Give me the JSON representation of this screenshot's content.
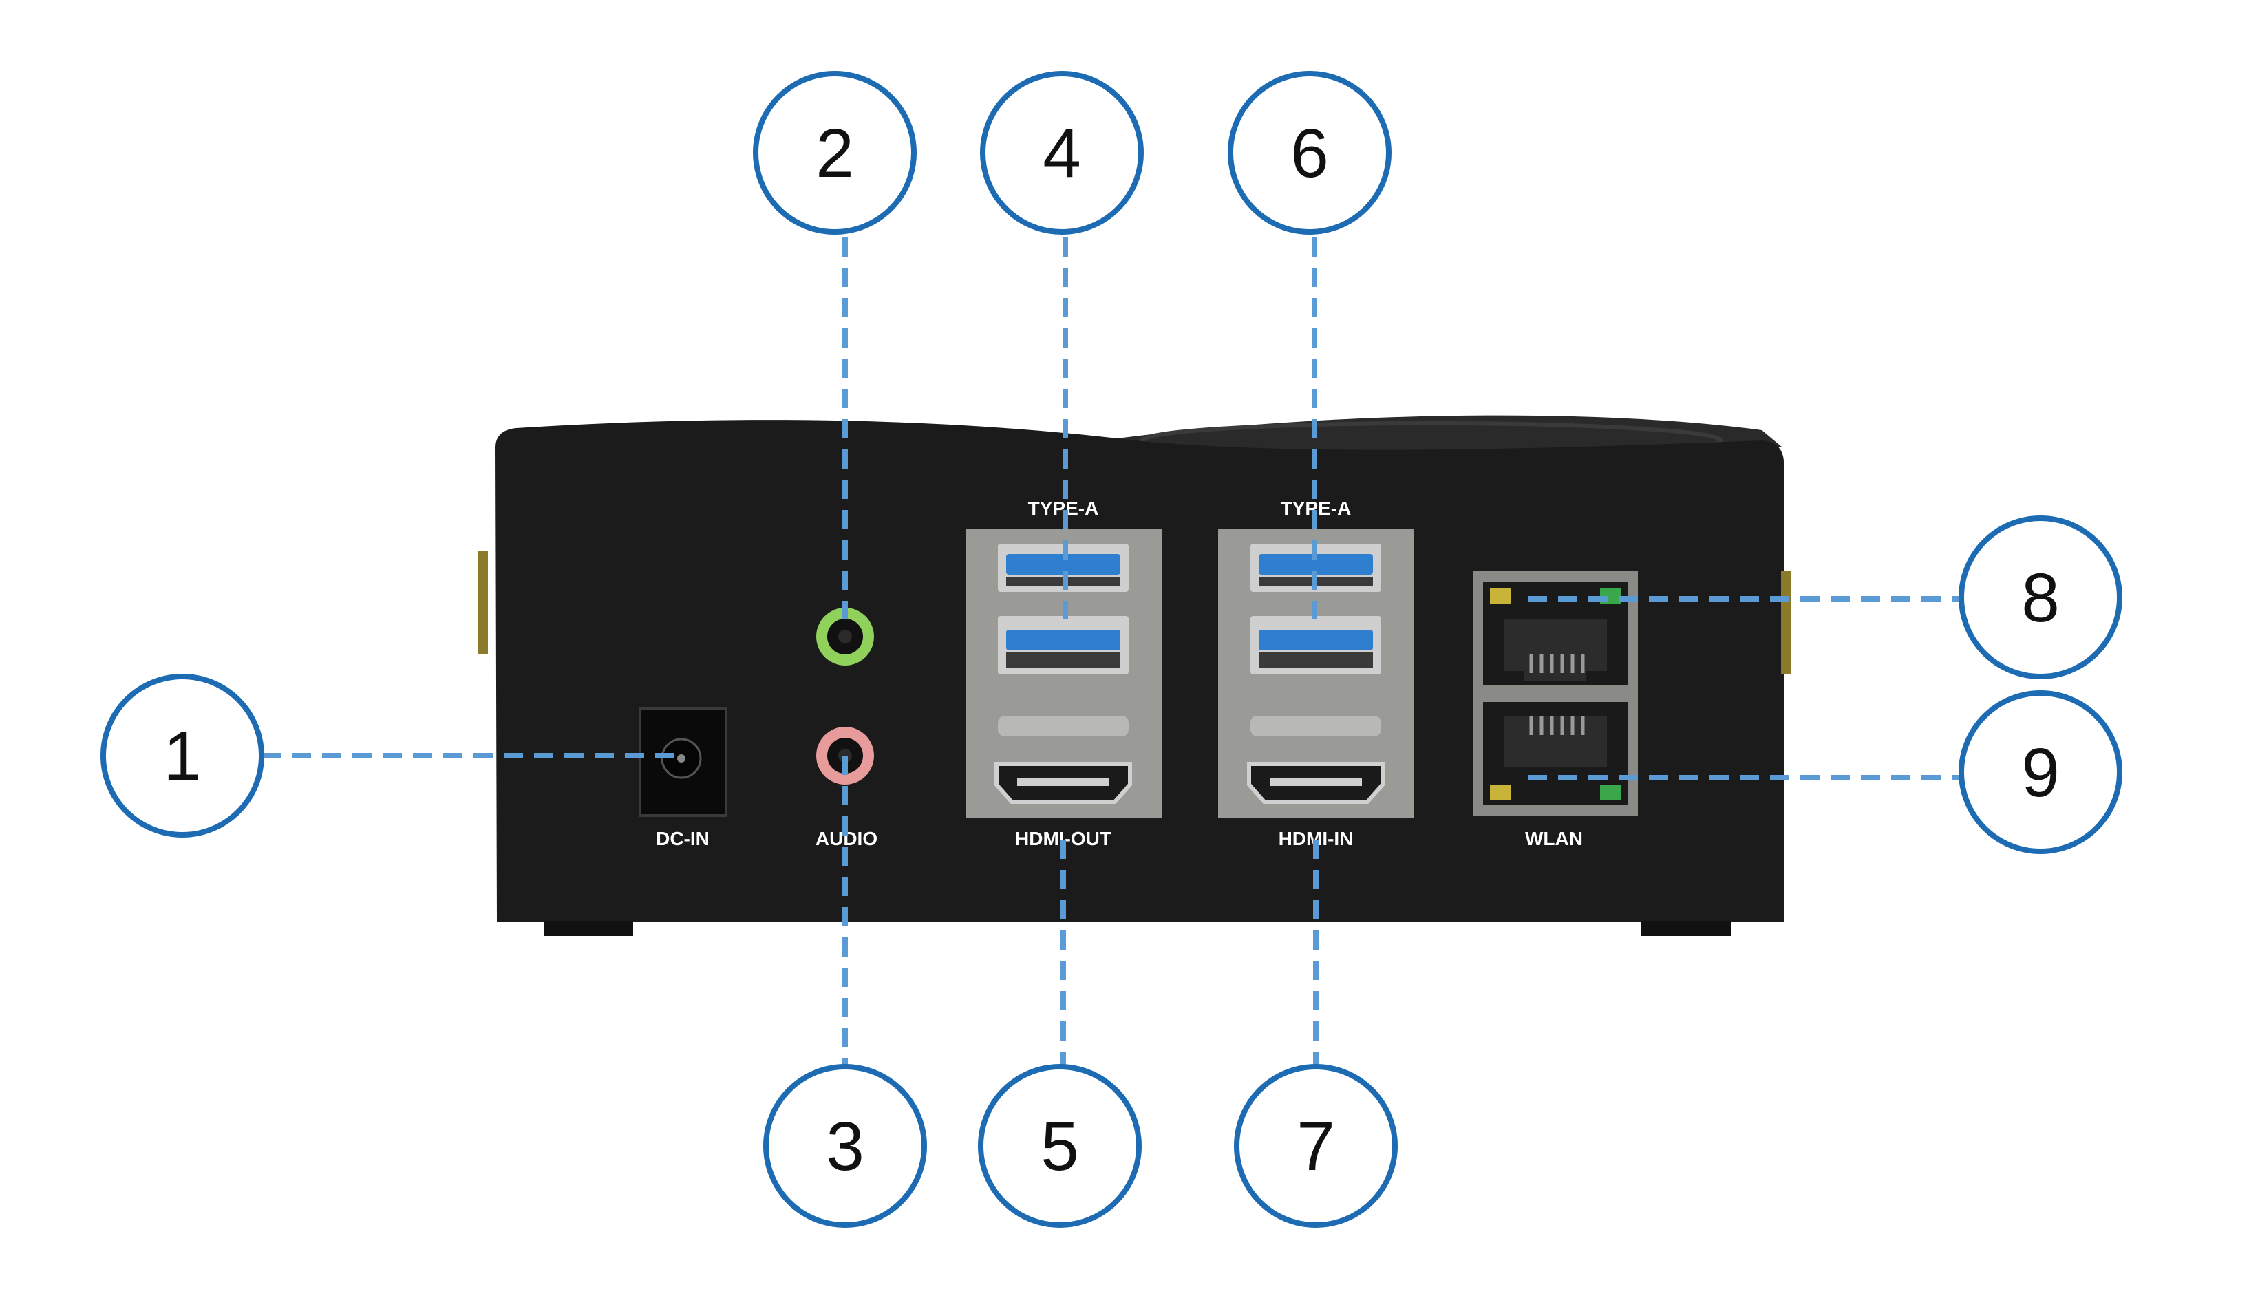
{
  "colors": {
    "callout_stroke": "#1c6bb3",
    "leader_line": "#5b9bd5",
    "device_body": "#1b1b1b",
    "usb_blue": "#2f7fd1",
    "panel_grey": "#9a9a96",
    "audio_green": "#8fd15a",
    "audio_pink": "#e89b9b",
    "led_yellow": "#c9b43a",
    "led_green": "#3aa84a"
  },
  "port_labels": {
    "dc_in": "DC-IN",
    "audio": "AUDIO",
    "type_a_left": "TYPE-A",
    "type_a_right": "TYPE-A",
    "hdmi_out": "HDMI-OUT",
    "hdmi_in": "HDMI-IN",
    "wlan": "WLAN"
  },
  "callouts": [
    "1",
    "2",
    "3",
    "4",
    "5",
    "6",
    "7",
    "8",
    "9"
  ],
  "icons": [
    "dc-jack-icon",
    "audio-jack-icon",
    "usb-port-icon",
    "hdmi-port-icon",
    "rj45-port-icon"
  ]
}
